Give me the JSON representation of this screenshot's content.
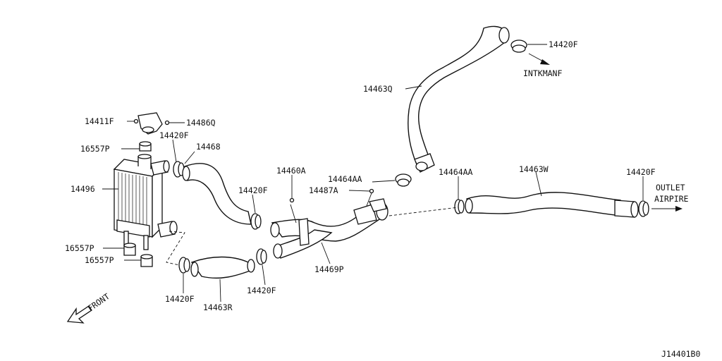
{
  "diagram": {
    "code": "J14401B0",
    "front": "FRONT",
    "outlet_line1": "OUTLET",
    "outlet_line2": "AIRPIRE",
    "intake": "INTKMANF",
    "labels": {
      "p14411F": "14411F",
      "p14486Q": "14486Q",
      "p14420F_a": "14420F",
      "p16557P_top": "16557P",
      "p14468": "14468",
      "p14496": "14496",
      "p16557P_mid": "16557P",
      "p16557P_bot": "16557P",
      "p14420F_b": "14420F",
      "p14463R": "14463R",
      "p14420F_c": "14420F",
      "p14420F_d": "14420F",
      "p14460A": "14460A",
      "p14464AA_a": "14464AA",
      "p14487A": "14487A",
      "p14469P": "14469P",
      "p14463Q": "14463Q",
      "p14420F_e": "14420F",
      "p14464AA_b": "14464AA",
      "p14463W": "14463W",
      "p14420F_f": "14420F"
    }
  }
}
